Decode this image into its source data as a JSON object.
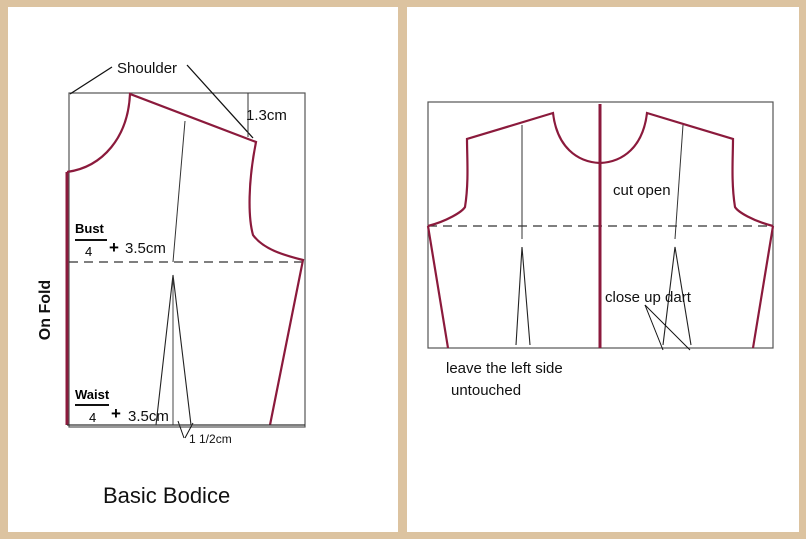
{
  "left": {
    "shoulder_label": "Shoulder",
    "shoulder_drop": "1.3cm",
    "bust_label": "Bust",
    "bust_divisor": "4",
    "bust_ease": "3.5cm",
    "waist_label": "Waist",
    "waist_divisor": "4",
    "waist_ease": "3.5cm",
    "dart_width": "1 1/2cm",
    "on_fold": "On Fold",
    "title": "Basic Bodice",
    "plus_sign": "+"
  },
  "right": {
    "cut_open": "cut open",
    "close_dart": "close up dart",
    "leave_line1": "leave the left side",
    "leave_line2": "untouched"
  },
  "colors": {
    "frame_bg": "#dcc3a0",
    "pattern_line": "#8b1a3c",
    "guide_line": "#333333"
  }
}
